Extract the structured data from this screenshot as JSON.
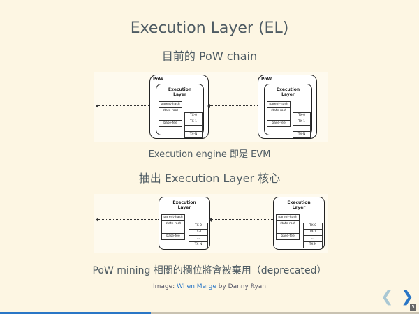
{
  "slide": {
    "title": "Execution Layer (EL)",
    "subtitle_1": "目前的 PoW chain",
    "subtitle_2": "Execution engine 即是 EVM",
    "subtitle_3": "抽出 Execution Layer 核心",
    "subtitle_4": "PoW mining 相關的欄位將會被棄用（deprecated）",
    "credit": {
      "prefix": "Image: ",
      "link_text": "When Merge",
      "suffix": " by Danny Ryan"
    },
    "page_number": "5",
    "progress_fraction": 0.36
  },
  "diagram": {
    "pow_label": "PoW",
    "el_label_line1": "Execution",
    "el_label_line2": "Layer",
    "header_fields": [
      "parent-hash",
      "state-root",
      "...",
      "base-fee"
    ],
    "tx_fields": [
      "TX-0",
      "TX-1",
      "...",
      "TX-N"
    ]
  },
  "nav": {
    "prev_icon": "chevron-left-icon",
    "next_icon": "chevron-right-icon",
    "prev_glyph": "❮",
    "next_glyph": "❯"
  },
  "colors": {
    "background": "#fdf6e3",
    "accent": "#2a76c6",
    "text": "#4e5b63"
  }
}
